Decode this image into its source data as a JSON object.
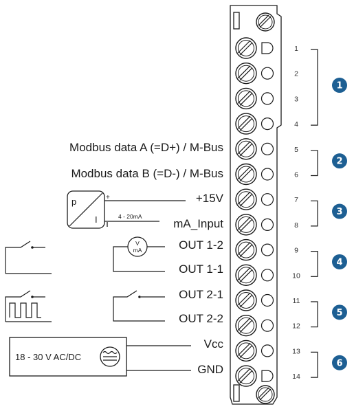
{
  "terminal_labels": {
    "t5": "Modbus data A (=D+) / M-Bus",
    "t6": "Modbus data B (=D-) / M-Bus",
    "t7": "+15V",
    "t8": "mA_Input",
    "t9": "OUT 1-2",
    "t10": "OUT 1-1",
    "t11": "OUT 2-1",
    "t12": "OUT 2-2",
    "t13": "Vcc",
    "t14": "GND"
  },
  "terminal_numbers": [
    "1",
    "2",
    "3",
    "4",
    "5",
    "6",
    "7",
    "8",
    "9",
    "10",
    "11",
    "12",
    "13",
    "14"
  ],
  "groups": [
    "1",
    "2",
    "3",
    "4",
    "5",
    "6"
  ],
  "transducer": {
    "p": "p",
    "i": "I",
    "plus": "+",
    "range": "4 - 20mA"
  },
  "meter": {
    "line1": "V",
    "line2": "mA"
  },
  "power_supply": {
    "label": "18 - 30 V AC/DC"
  },
  "colors": {
    "badge": "#1d5f93",
    "line": "#1a1a1a"
  }
}
